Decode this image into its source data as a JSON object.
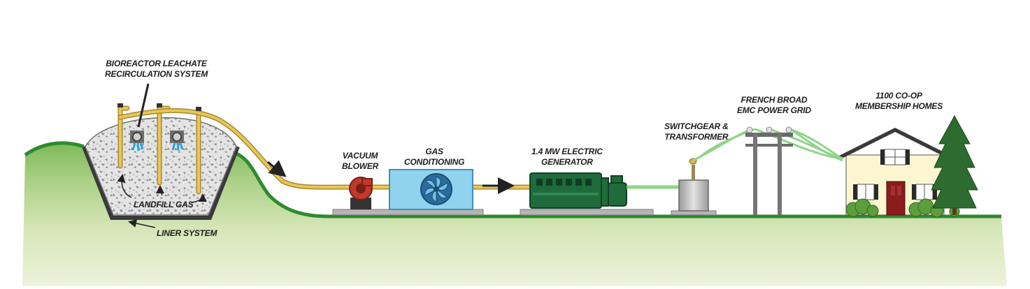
{
  "labels": {
    "bioreactor": [
      "BIOREACTOR LEACHATE",
      "RECIRCULATION SYSTEM"
    ],
    "landfill_gas": "LANDFILL GAS",
    "liner_system": "LINER SYSTEM",
    "vacuum_blower": [
      "VACUUM",
      "BLOWER"
    ],
    "gas_conditioning": [
      "GAS",
      "CONDITIONING"
    ],
    "electric_generator": [
      "1.4 MW ELECTRIC",
      "GENERATOR"
    ],
    "switchgear": [
      "SWITCHGEAR &",
      "TRANSFORMER"
    ],
    "power_grid": [
      "FRENCH BROAD",
      "EMC POWER GRID"
    ],
    "homes": [
      "1100 CO-OP",
      "MEMBERSHIP HOMES"
    ]
  },
  "colors": {
    "ground_dark": "#2e8b2e",
    "ground_light": "#e9efd2",
    "pipe": "#e8c65a",
    "pipe_outline": "#a88a2a",
    "gravel": "#d8d8d8",
    "blower": "#c0392b",
    "conditioner": "#8fd3ef",
    "generator": "#1f6b3b",
    "transformer": "#b9b9b9",
    "power_line": "#8fd48a",
    "house_wall": "#fbf6cf",
    "house_roof": "#3a3a3a",
    "door": "#8b1c1c",
    "tree": "#2e6b2e"
  }
}
